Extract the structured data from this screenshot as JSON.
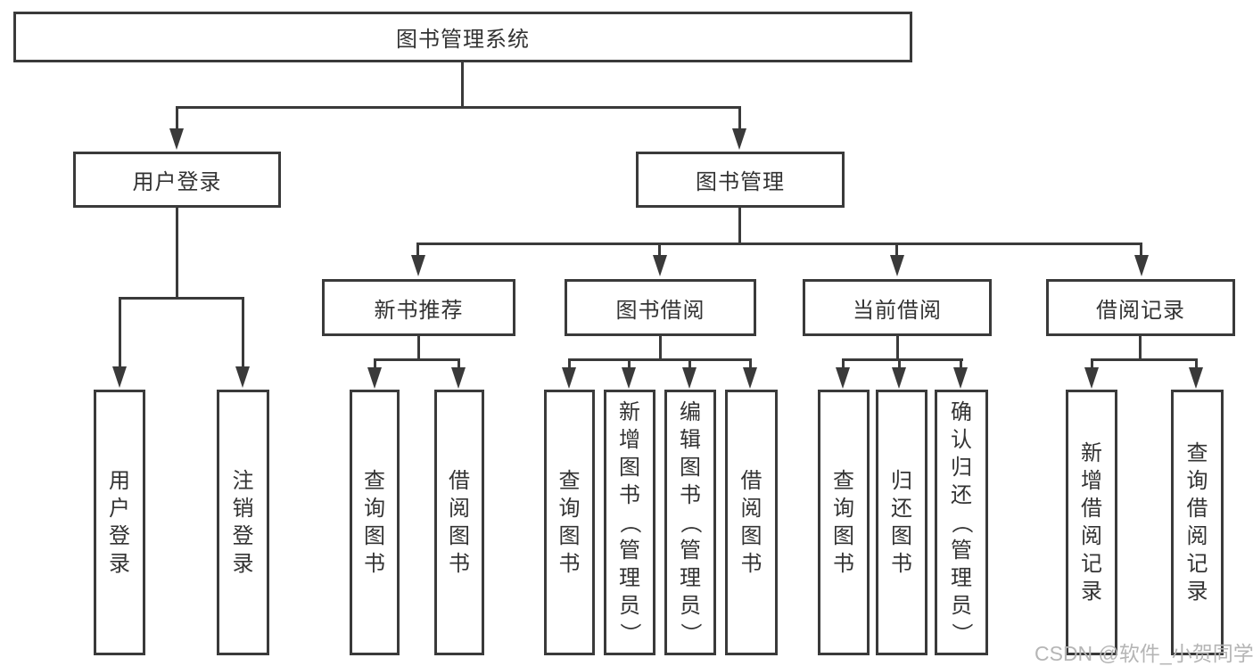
{
  "title": {
    "label": "图书管理系统"
  },
  "branches": [
    {
      "label": "用户登录"
    },
    {
      "label": "图书管理"
    }
  ],
  "modules": [
    {
      "label": "新书推荐"
    },
    {
      "label": "图书借阅"
    },
    {
      "label": "当前借阅"
    },
    {
      "label": "借阅记录"
    }
  ],
  "functions": [
    {
      "label": "用户登录"
    },
    {
      "label": "注销登录"
    },
    {
      "label": "查询图书"
    },
    {
      "label": "借阅图书"
    },
    {
      "label": "查询图书"
    },
    {
      "label": "新增图书（管理员）"
    },
    {
      "label": "编辑图书（管理员）"
    },
    {
      "label": "借阅图书"
    },
    {
      "label": "查询图书"
    },
    {
      "label": "归还图书"
    },
    {
      "label": "确认归还（管理员）"
    },
    {
      "label": "新增借阅记录"
    },
    {
      "label": "查询借阅记录"
    }
  ],
  "watermark": {
    "text": "CSDN @软件_小贺同学"
  },
  "colors": {
    "line": "#3a3a3a",
    "text": "#333333",
    "watermark_text": "#b5b5b5",
    "background": "#ffffff"
  }
}
